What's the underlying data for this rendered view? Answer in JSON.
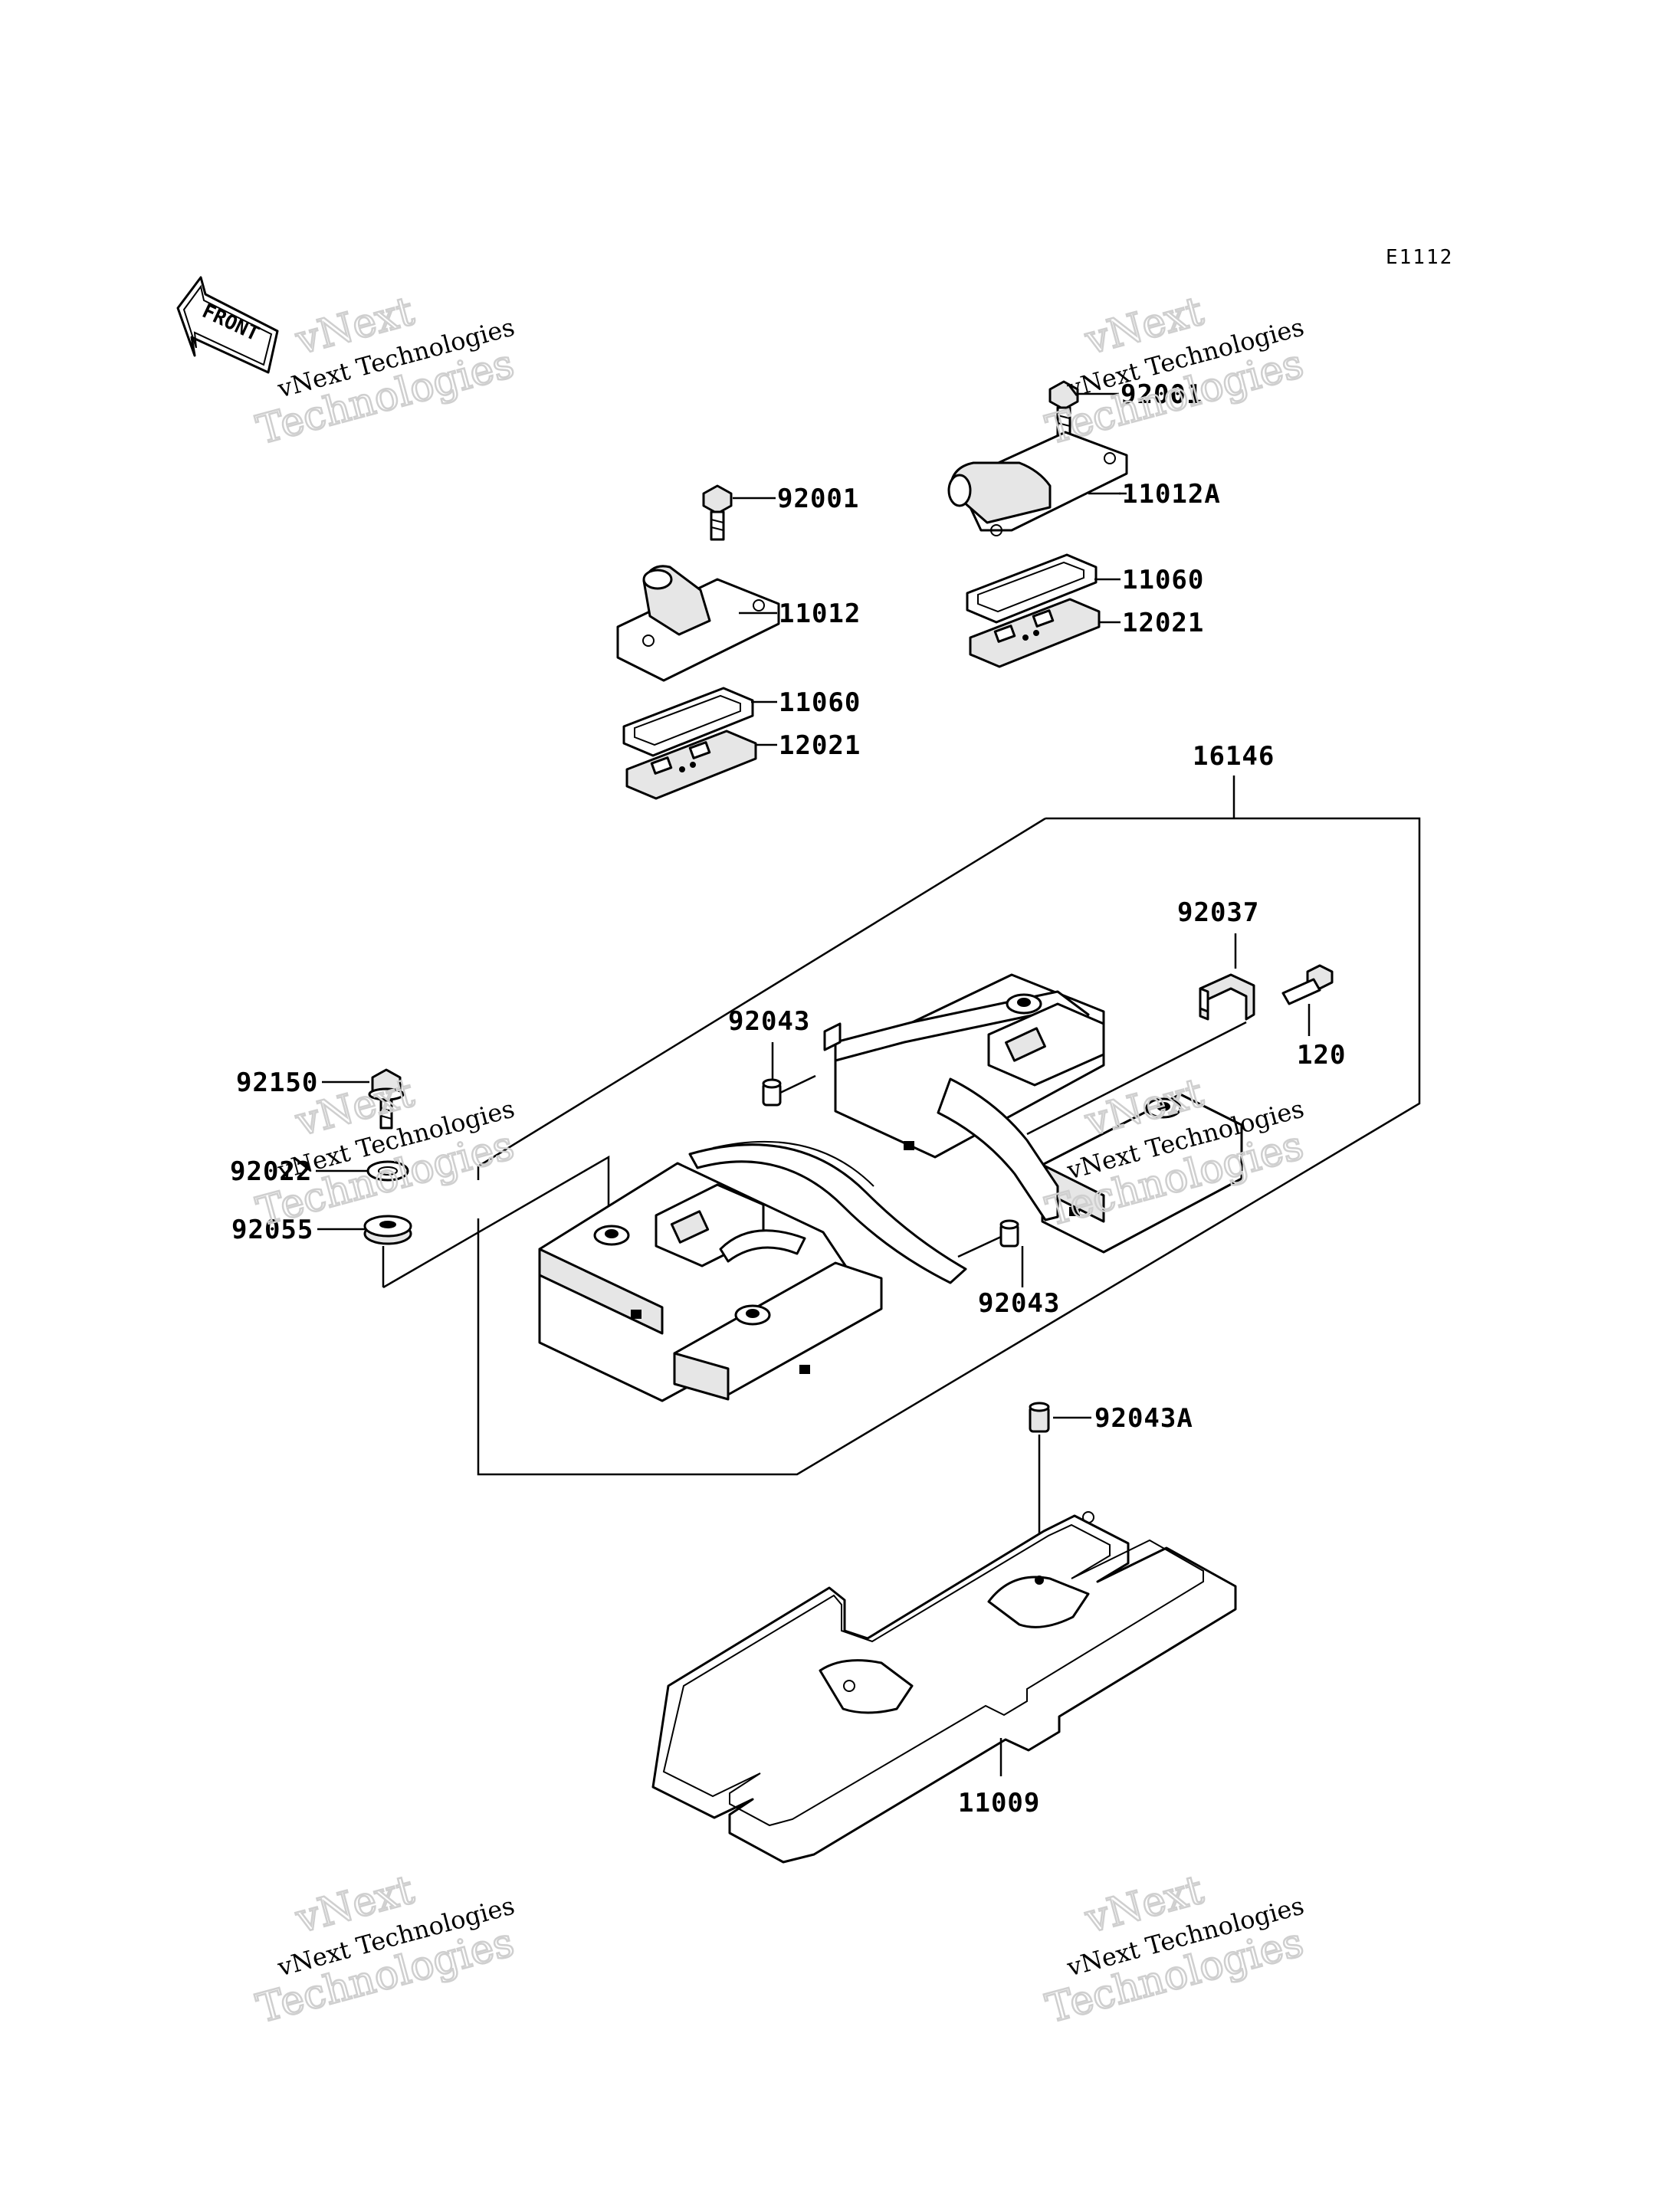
{
  "diagram_code": "E1112",
  "front_label": "FRONT",
  "watermark": {
    "top": "vNext",
    "middle": "vNext Technologies",
    "bottom": "Technologies"
  },
  "parts": {
    "p92001_top": "92001",
    "p11012A": "11012A",
    "p11060_right": "11060",
    "p12021_right": "12021",
    "p92001_left": "92001",
    "p11012": "11012",
    "p11060_left": "11060",
    "p12021_left": "12021",
    "p16146": "16146",
    "p92037": "92037",
    "p120": "120",
    "p92043_upper": "92043",
    "p92150": "92150",
    "p92022": "92022",
    "p92055": "92055",
    "p92043_lower": "92043",
    "p92043A": "92043A",
    "p11009": "11009"
  }
}
